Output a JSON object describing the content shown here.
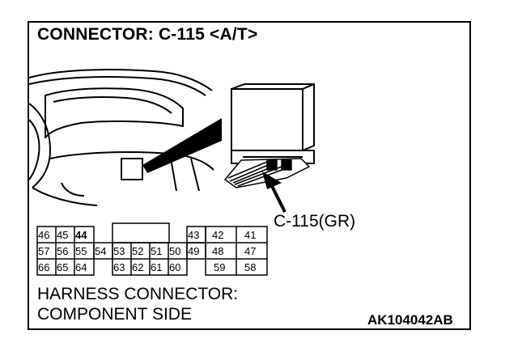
{
  "title": "CONNECTOR: C-115 <A/T>",
  "callout_label": "C-115(GR)",
  "caption": {
    "line1": "HARNESS CONNECTOR:",
    "line2": "COMPONENT SIDE"
  },
  "figure_code": "AK104042AB",
  "pins": {
    "row1": [
      "46",
      "45",
      "44",
      "43",
      "42",
      "41"
    ],
    "row2": [
      "57",
      "56",
      "55",
      "54",
      "53",
      "52",
      "51",
      "50",
      "49",
      "48",
      "47"
    ],
    "row3": [
      "66",
      "65",
      "64",
      "63",
      "62",
      "61",
      "60",
      "59",
      "58"
    ]
  }
}
